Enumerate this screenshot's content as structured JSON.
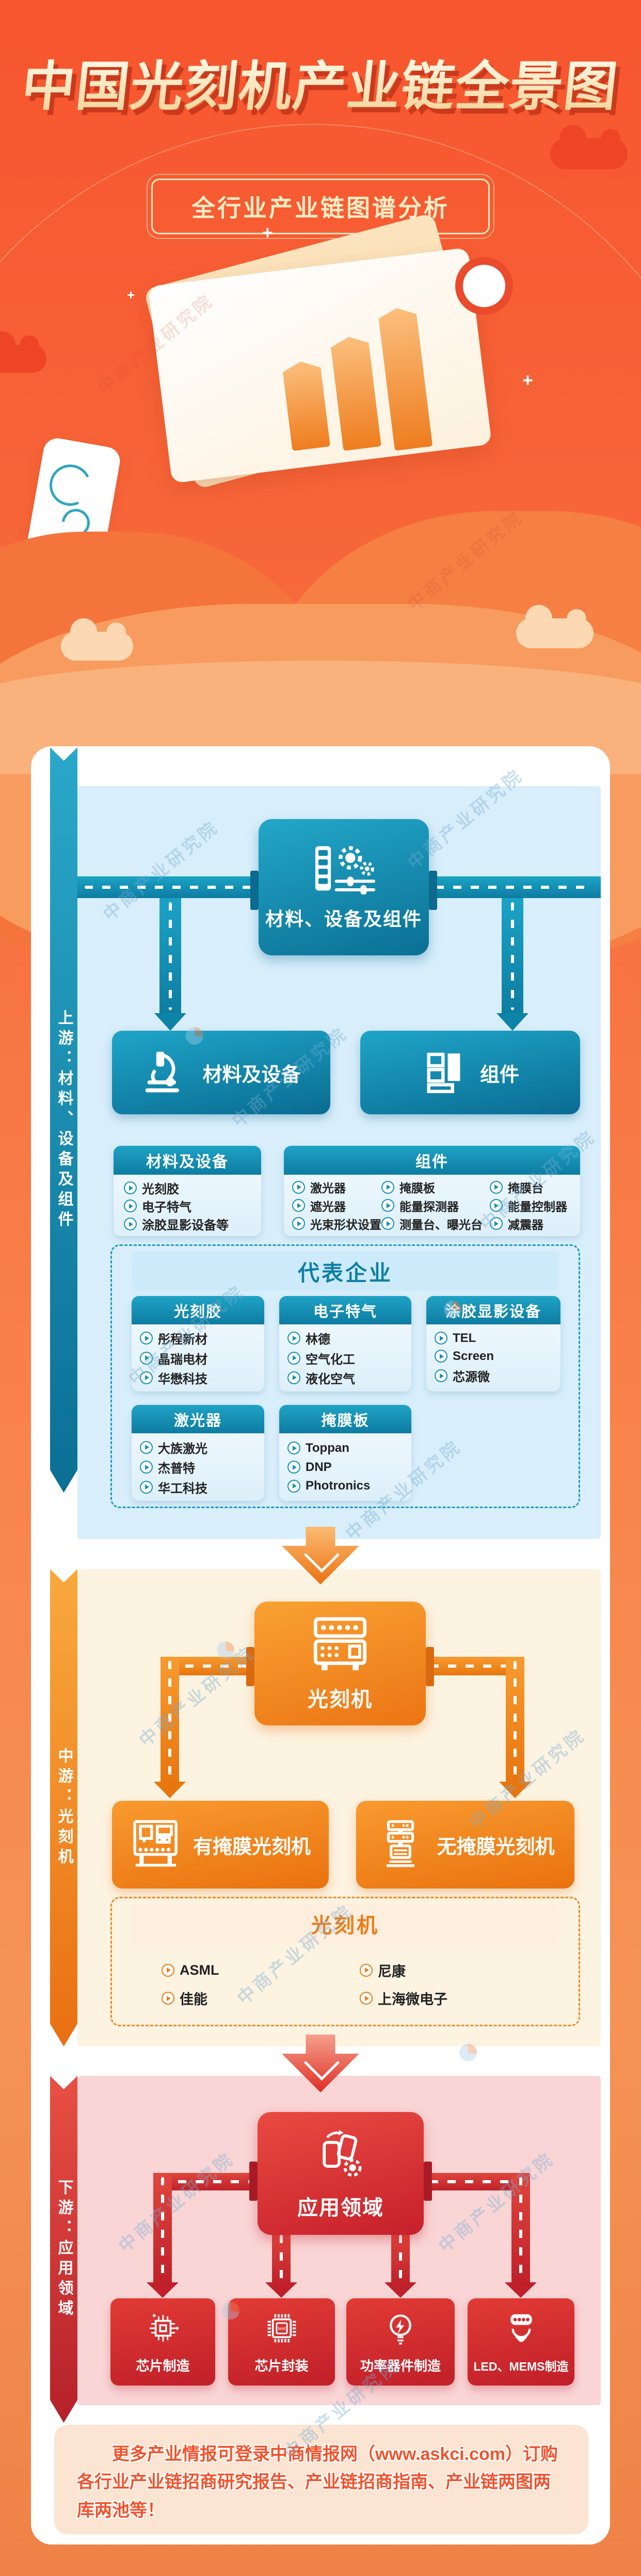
{
  "watermark": {
    "text": "中商产业研究院"
  },
  "header": {
    "title": "中国光刻机产业链全景图",
    "badge": "全行业产业链图谱分析"
  },
  "upstream": {
    "ribbon": "上游：材料、设备及组件",
    "node": "材料、设备及组件",
    "branches": {
      "left": "材料及设备",
      "right": "组件"
    },
    "materials_card": {
      "title": "材料及设备",
      "items": [
        "光刻胶",
        "电子特气",
        "涂胶显影设备等"
      ]
    },
    "components_card": {
      "title": "组件",
      "items": [
        "激光器",
        "掩膜板",
        "掩膜台",
        "遮光器",
        "能量探测器",
        "能量控制器",
        "光束形状设置",
        "测量台、曝光台",
        "减震器"
      ]
    },
    "rep_panel": {
      "title": "代表企业",
      "cards": [
        {
          "title": "光刻胶",
          "items": [
            "彤程新材",
            "晶瑞电材",
            "华懋科技"
          ]
        },
        {
          "title": "电子特气",
          "items": [
            "林德",
            "空气化工",
            "液化空气"
          ]
        },
        {
          "title": "涂胶显影设备",
          "items": [
            "TEL",
            "Screen",
            "芯源微"
          ]
        },
        {
          "title": "激光器",
          "items": [
            "大族激光",
            "杰普特",
            "华工科技"
          ]
        },
        {
          "title": "掩膜板",
          "items": [
            "Toppan",
            "DNP",
            "Photronics"
          ]
        }
      ]
    }
  },
  "midstream": {
    "ribbon": "中游：光刻机",
    "node": "光刻机",
    "branches": {
      "left": "有掩膜光刻机",
      "right": "无掩膜光刻机"
    },
    "rep_panel": {
      "title": "光刻机",
      "items": [
        "ASML",
        "尼康",
        "佳能",
        "上海微电子"
      ]
    }
  },
  "downstream": {
    "ribbon": "下游：应用领域",
    "node": "应用领域",
    "apps": [
      "芯片制造",
      "芯片封装",
      "功率器件制造",
      "LED、MEMS制造"
    ]
  },
  "footer": {
    "text": "更多产业情报可登录中商情报网（www.askci.com）订购各行业产业链招商研究报告、产业链招商指南、产业链两图两库两池等！"
  },
  "colors": {
    "hero_bg": "#f7552e",
    "cream_text": "#fdedc6",
    "teal": "#0e7fa6",
    "teal_panel": "#d9eefb",
    "orange": "#ee7b16",
    "orange_panel": "#fcf3e1",
    "red": "#c6202b",
    "red_panel": "#f9d5d6",
    "footer_text": "#f4512b",
    "footer_panel": "#fce4d2"
  },
  "icons": [
    "materials-equipment-icon",
    "microscope-icon",
    "components-icon",
    "lithography-machine-icon",
    "masked-litho-icon",
    "maskless-litho-icon",
    "application-icon",
    "chip-icon",
    "chip-package-icon",
    "power-device-icon",
    "led-mems-icon",
    "down-arrow-icon",
    "bullet-icon"
  ]
}
